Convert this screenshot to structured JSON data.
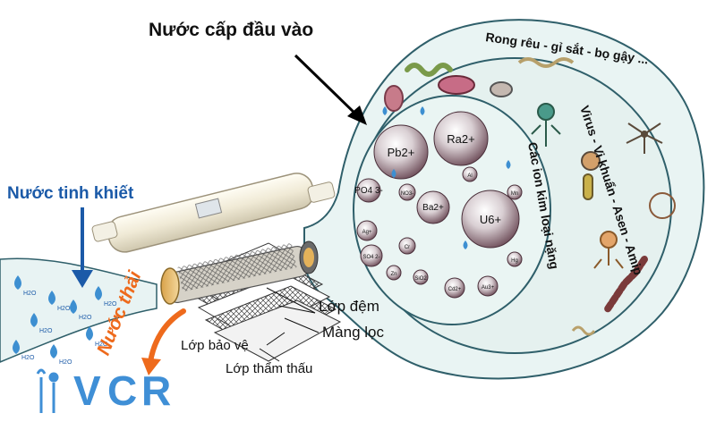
{
  "labels": {
    "inlet": "Nước cấp đầu vào",
    "pure": "Nước tinh khiết",
    "waste": "Nước thải",
    "buffer": "Lớp đệm",
    "membrane": "Màng lọc",
    "protect": "Lớp bảo vệ",
    "permeate": "Lớp thẩm thấu"
  },
  "rings": {
    "outer": "Rong rêu - gỉ sắt - bọ gậy ...",
    "middle": "Virus - Vi khuẩn - Asen - Amip",
    "inner": "Các ion kim loại nặng"
  },
  "ions": [
    {
      "label": "Pb2+",
      "size": "large"
    },
    {
      "label": "Ra2+",
      "size": "large"
    },
    {
      "label": "U6+",
      "size": "large"
    },
    {
      "label": "Ba2+",
      "size": "medium"
    },
    {
      "label": "PO4 3-",
      "size": "small"
    },
    {
      "label": "SO4 2-",
      "size": "small"
    },
    {
      "label": "Ag+",
      "size": "small"
    },
    {
      "label": "Cd2+",
      "size": "small"
    },
    {
      "label": "Au3+",
      "size": "small"
    },
    {
      "label": "Cr",
      "size": "small"
    },
    {
      "label": "NO3-",
      "size": "small"
    },
    {
      "label": "SiO2",
      "size": "small"
    },
    {
      "label": "Al",
      "size": "small"
    },
    {
      "label": "Hg",
      "size": "small"
    },
    {
      "label": "Zn",
      "size": "small"
    },
    {
      "label": "Mn",
      "size": "small"
    }
  ],
  "water_label": "H2O",
  "logo": {
    "letters": [
      "V",
      "C",
      "R"
    ]
  },
  "colors": {
    "pure_text": "#1b5aa8",
    "waste_text": "#ee6a1c",
    "logo": "#3f8fd6",
    "bubble": "#e9f4f3",
    "bubble_stroke": "#2f5f6a",
    "drop": "#3d8fd1"
  }
}
